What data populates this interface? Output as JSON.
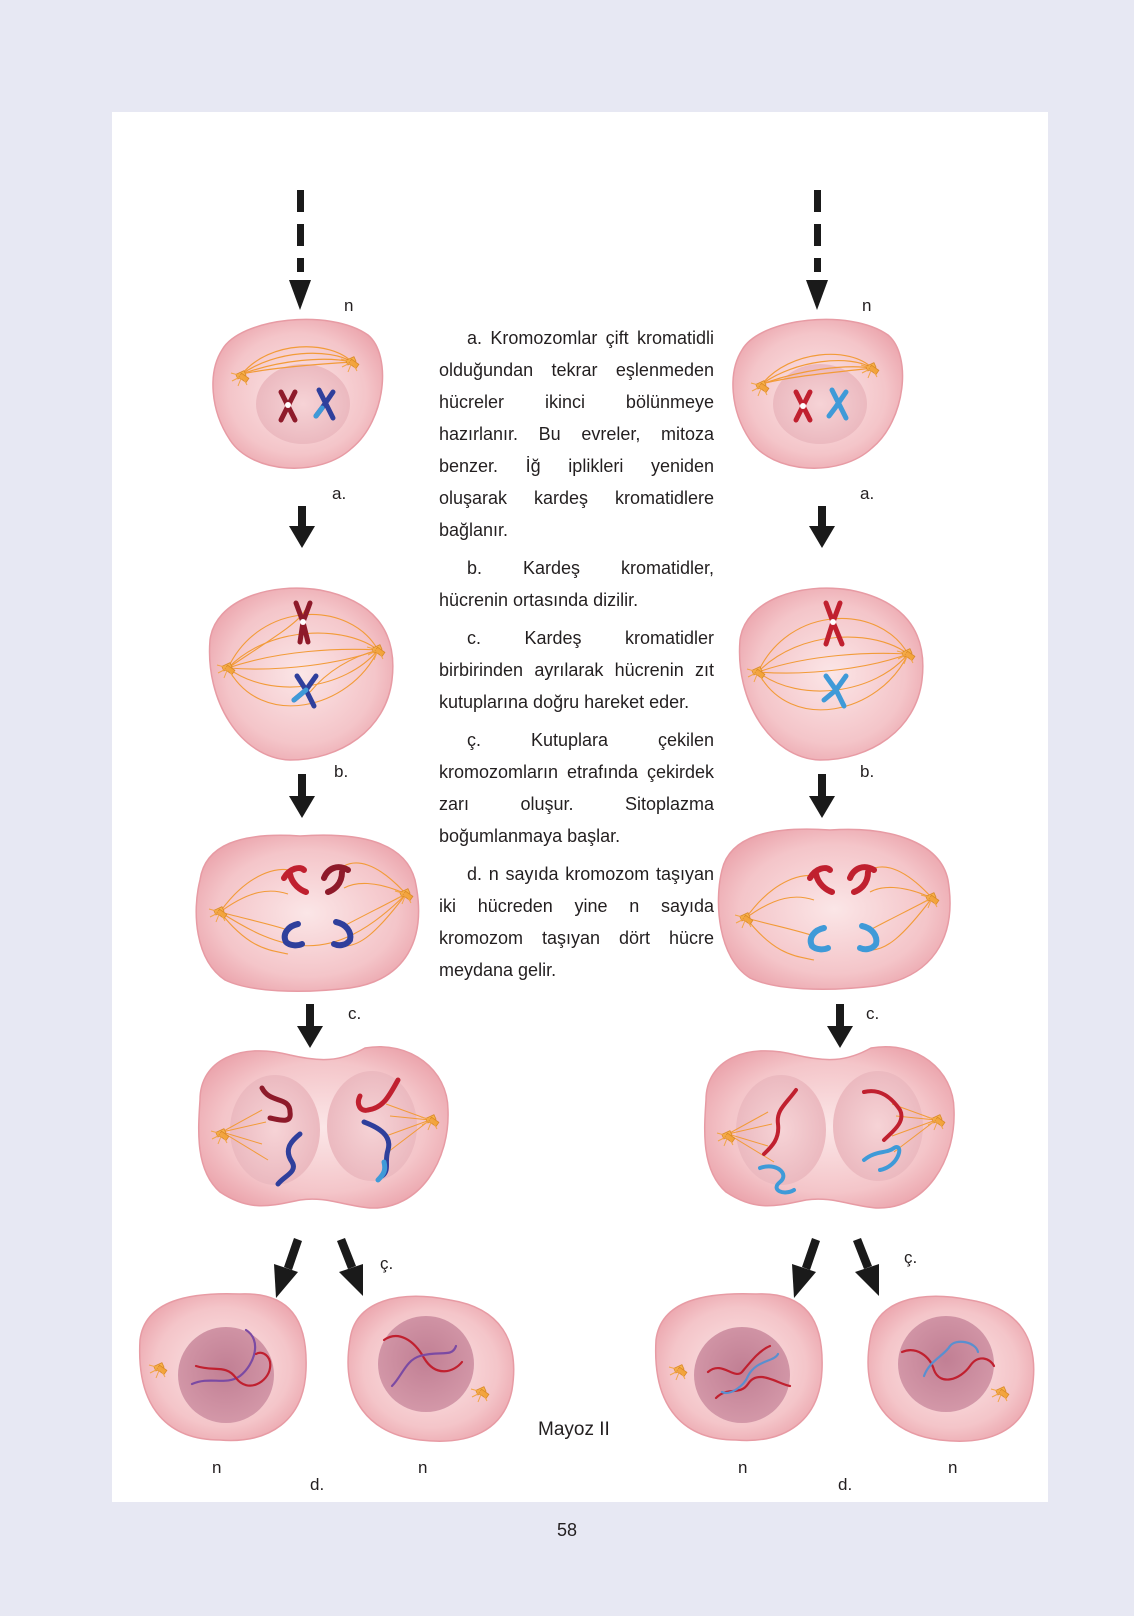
{
  "page": {
    "number": "58"
  },
  "figure": {
    "title": "Mayoz II",
    "n_label": "n",
    "left": {
      "a": "a.",
      "b": "b.",
      "c": "c.",
      "c2": "ç.",
      "d": "d."
    },
    "right": {
      "a": "a.",
      "b": "b.",
      "c": "c.",
      "c2": "ç.",
      "d": "d."
    }
  },
  "description": [
    "a. Kromozomlar çift kromatidli olduğundan tekrar eşlenmeden hücreler ikinci bölünmeye hazırlanır. Bu evreler, mitoza benzer. İğ iplikleri yeniden oluşarak kardeş kromatidlere bağlanır.",
    "b. Kardeş kromatidler, hücrenin ortasında dizilir.",
    "c. Kardeş kromatidler birbirinden ayrılarak hücrenin zıt kutuplarına doğru hareket eder.",
    "ç. Kutuplara çekilen kromozomların etrafında çekirdek zarı oluşur. Sitoplazma boğumlanmaya başlar.",
    "d. n sayıda kromozom taşıyan iki hücreden yine n sayıda kromozom taşıyan dört hücre meydana gelir."
  ],
  "colors": {
    "cell_fill": "#f4c5c9",
    "cell_edge": "#e79ba4",
    "nucleus": "#c98a9e",
    "spindle": "#f29b38",
    "centriole": "#f7b14a",
    "chromosome_red": "#c0202f",
    "chromosome_darkred": "#8e1a2a",
    "chromosome_blue": "#2f3f9c",
    "chromosome_lightblue": "#3f9ad8",
    "arrow": "#1a1a1a"
  }
}
